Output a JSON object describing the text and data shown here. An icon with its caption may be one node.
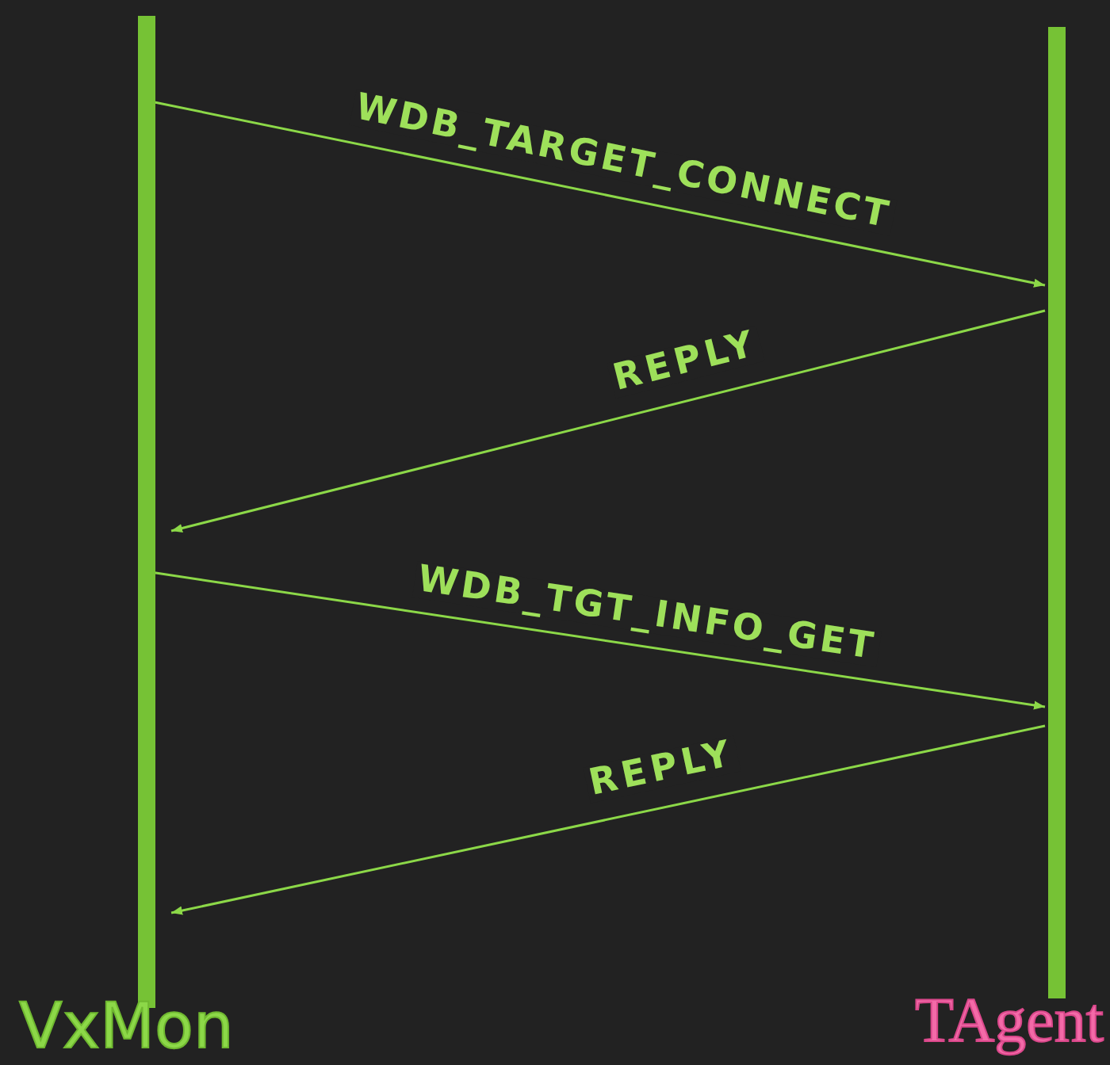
{
  "diagram": {
    "nodes": [
      {
        "text": [
          "VxMon"
        ]
      },
      {
        "text": [
          "TAgent"
        ]
      }
    ],
    "edges": [
      {
        "from": 0,
        "to": 1,
        "arrow": "to",
        "label": "WDB_TARGET_CONNECT"
      },
      {
        "from": 1,
        "to": 0,
        "arrow": "to",
        "label": "REPLY"
      },
      {
        "from": 0,
        "to": 1,
        "arrow": "to",
        "label": "WDB_TGT_INFO_GET"
      },
      {
        "from": 1,
        "to": 0,
        "arrow": "to",
        "label": "REPLY"
      }
    ]
  }
}
